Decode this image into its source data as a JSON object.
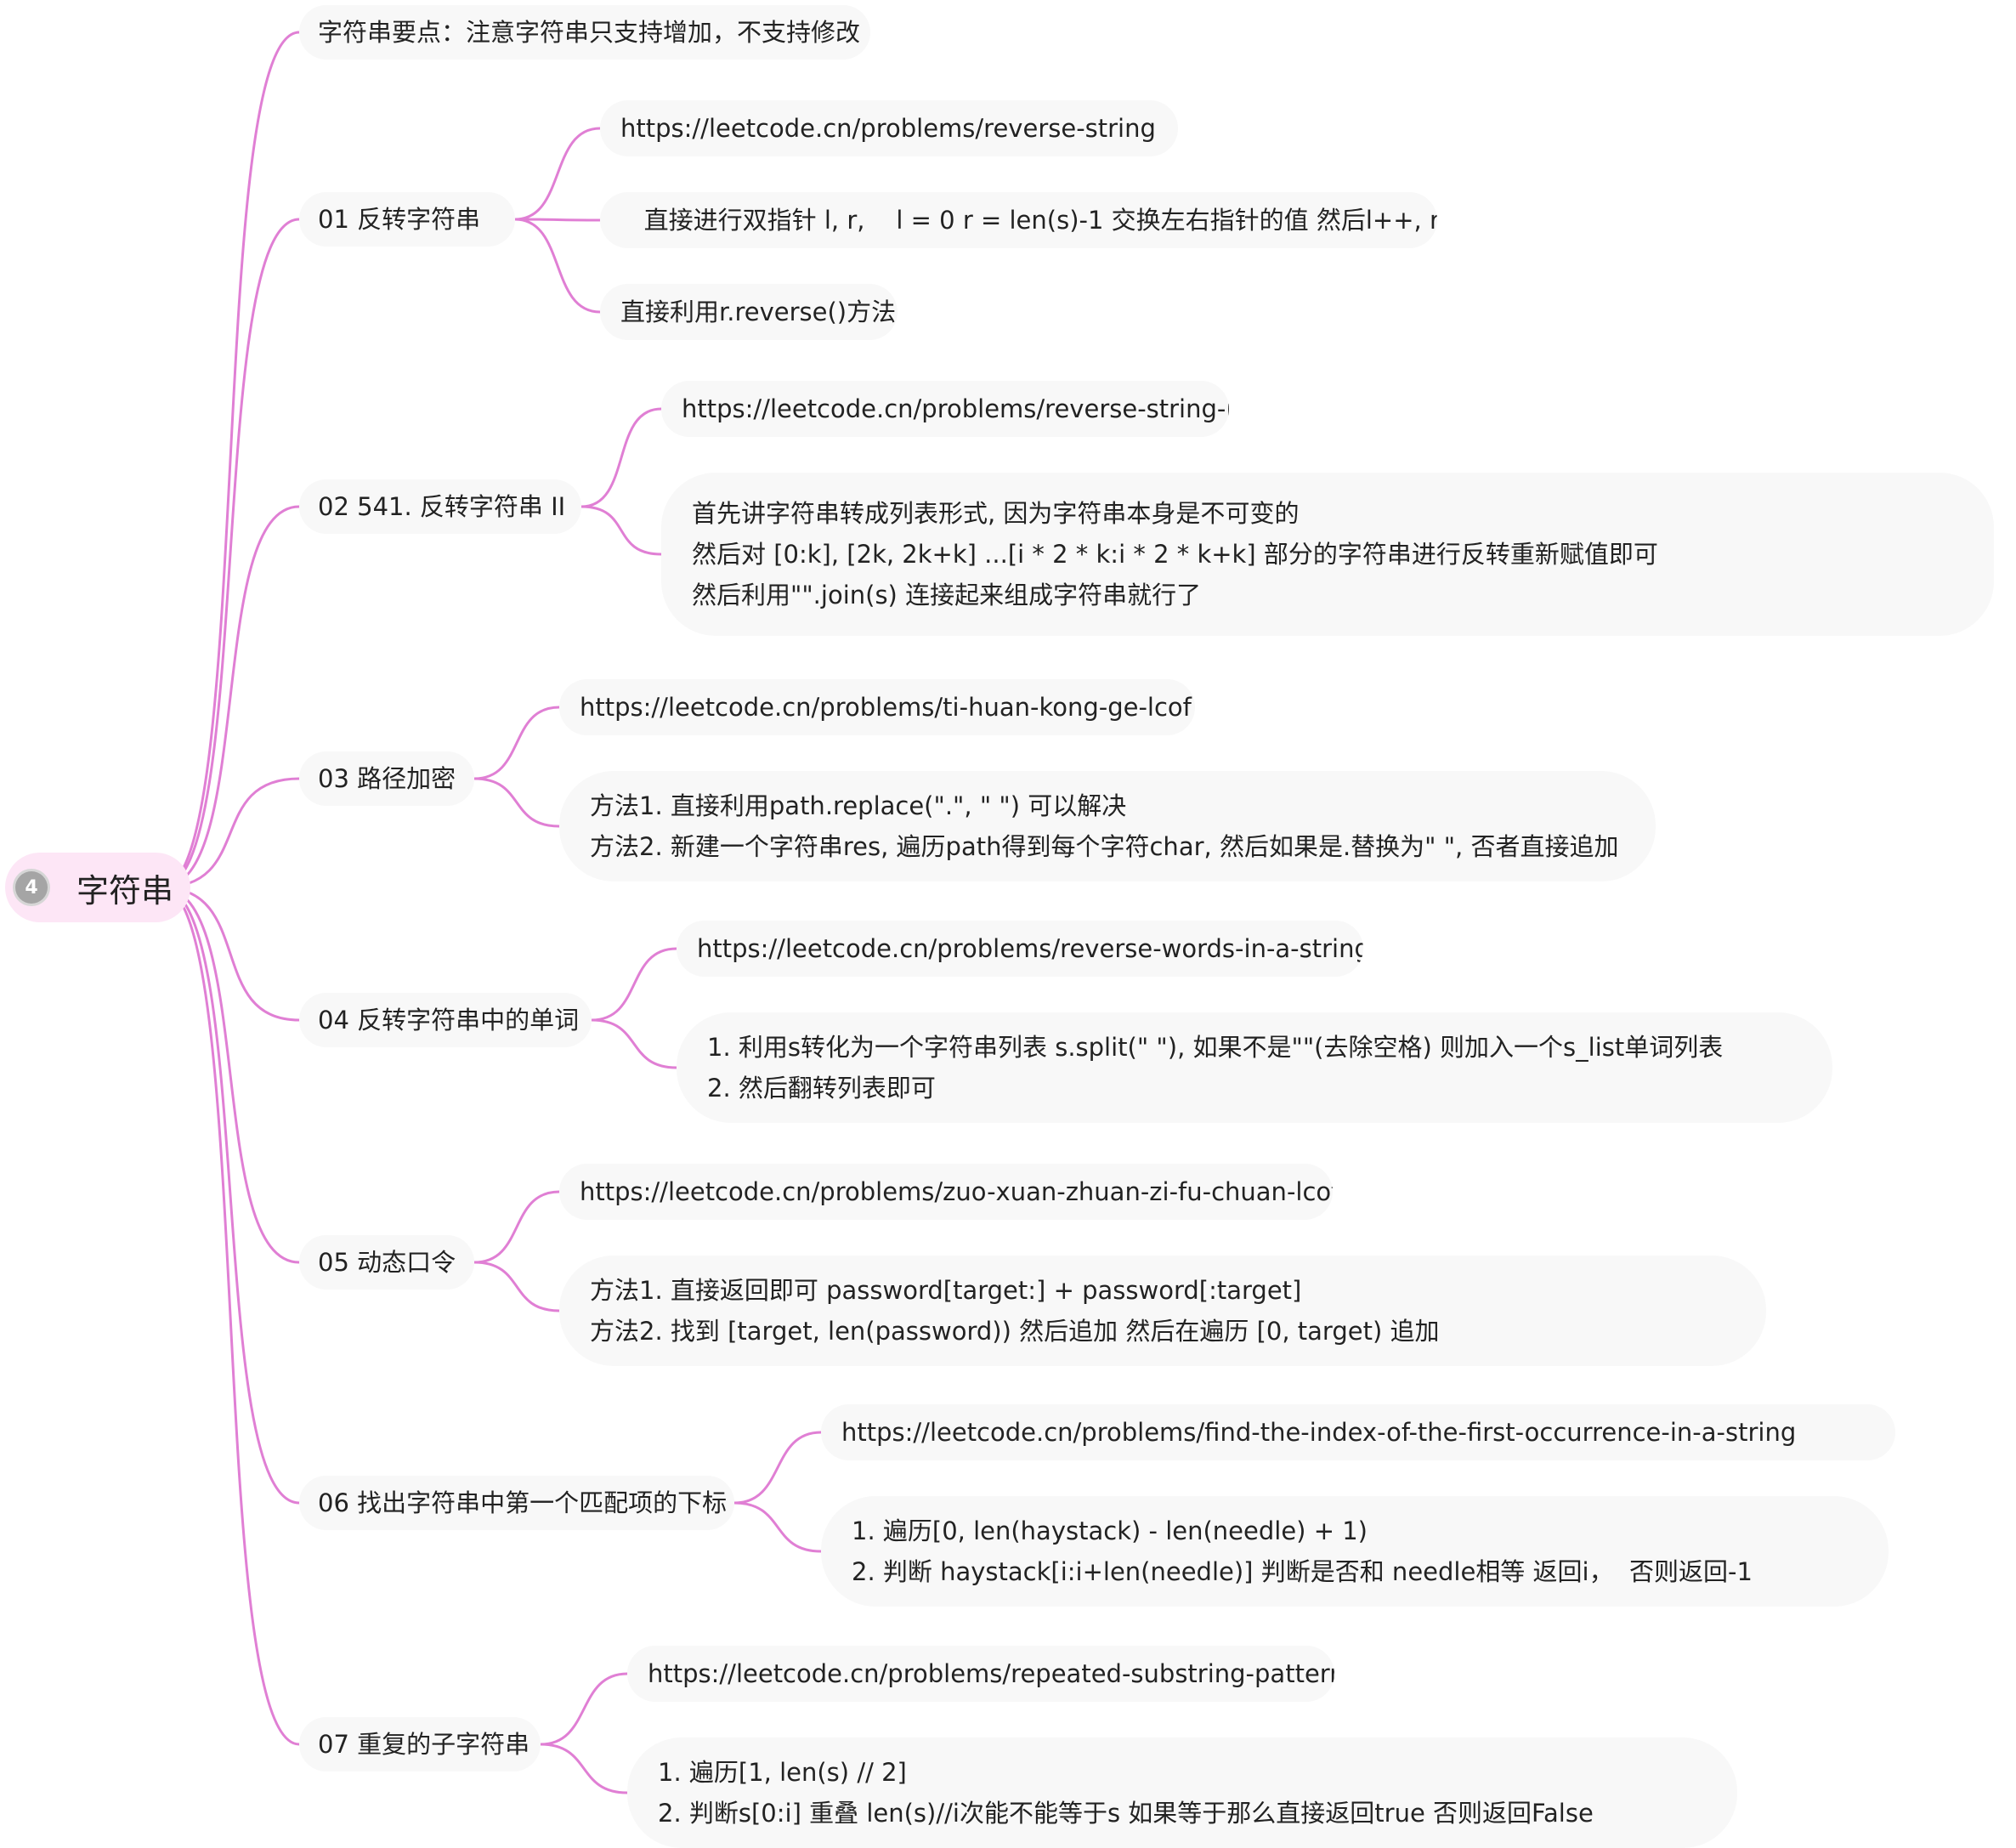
{
  "theme": {
    "link_color": "#e07fd4",
    "root_fill": "#fde6f6",
    "node_fill": "#f8f8f8",
    "badge_color": "#a5a5a5"
  },
  "root": {
    "badge": "4",
    "title": "字符串"
  },
  "branches": [
    {
      "label": "字符串要点：注意字符串只支持增加，不支持修改",
      "children": []
    },
    {
      "label": "01 反转字符串",
      "children": [
        {
          "lines": [
            "https://leetcode.cn/problems/reverse-string"
          ]
        },
        {
          "lines": [
            "   直接进行双指针 l, r,    l = 0 r = len(s)-1 交换左右指针的值 然后l++, r--"
          ]
        },
        {
          "lines": [
            "直接利用r.reverse()方法"
          ]
        }
      ]
    },
    {
      "label": "02 541. 反转字符串 II",
      "children": [
        {
          "lines": [
            "https://leetcode.cn/problems/reverse-string-ii"
          ]
        },
        {
          "lines": [
            "首先讲字符串转成列表形式, 因为字符串本身是不可变的",
            "然后对 [0:k], [2k, 2k+k] ...[i * 2 * k:i * 2 * k+k] 部分的字符串进行反转重新赋值即可",
            "然后利用\"\".join(s) 连接起来组成字符串就行了"
          ]
        }
      ]
    },
    {
      "label": "03 路径加密",
      "children": [
        {
          "lines": [
            "https://leetcode.cn/problems/ti-huan-kong-ge-lcof"
          ]
        },
        {
          "lines": [
            "方法1. 直接利用path.replace(\".\", \" \") 可以解决",
            "方法2. 新建一个字符串res, 遍历path得到每个字符char, 然后如果是.替换为\" \", 否者直接追加"
          ]
        }
      ]
    },
    {
      "label": "04 反转字符串中的单词",
      "children": [
        {
          "lines": [
            "https://leetcode.cn/problems/reverse-words-in-a-string"
          ]
        },
        {
          "lines": [
            "1. 利用s转化为一个字符串列表 s.split(\" \"), 如果不是\"\"(去除空格) 则加入一个s_list单词列表",
            "2. 然后翻转列表即可"
          ]
        }
      ]
    },
    {
      "label": "05 动态口令",
      "children": [
        {
          "lines": [
            "https://leetcode.cn/problems/zuo-xuan-zhuan-zi-fu-chuan-lcof"
          ]
        },
        {
          "lines": [
            "方法1. 直接返回即可 password[target:] + password[:target]",
            "方法2. 找到 [target, len(password)) 然后追加 然后在遍历 [0, target) 追加"
          ]
        }
      ]
    },
    {
      "label": "06 找出字符串中第一个匹配项的下标",
      "children": [
        {
          "lines": [
            "https://leetcode.cn/problems/find-the-index-of-the-first-occurrence-in-a-string"
          ]
        },
        {
          "lines": [
            "1. 遍历[0, len(haystack) - len(needle) + 1)",
            "2. 判断 haystack[i:i+len(needle)] 判断是否和 needle相等 返回i，  否则返回-1"
          ]
        }
      ]
    },
    {
      "label": "07 重复的子字符串",
      "children": [
        {
          "lines": [
            "https://leetcode.cn/problems/repeated-substring-pattern"
          ]
        },
        {
          "lines": [
            "1. 遍历[1, len(s) // 2]",
            "2. 判断s[0:i] 重叠 len(s)//i次能不能等于s 如果等于那么直接返回true 否则返回False"
          ]
        }
      ]
    }
  ]
}
